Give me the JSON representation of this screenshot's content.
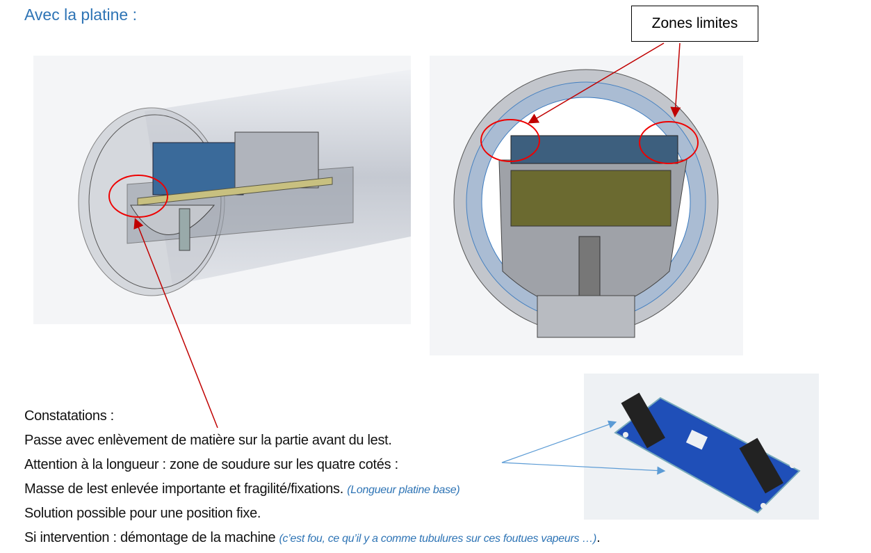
{
  "title": "Avec la platine :",
  "callout": "Zones limites",
  "lines": {
    "l0": "Constatations :",
    "l1": "Passe avec enlèvement de matière sur la partie avant du lest.",
    "l2": "Attention à la longueur : zone de soudure sur les quatre cotés :",
    "l3": "Masse de lest enlevée importante et fragilité/fixations.",
    "l3_note": "(Longueur platine base)",
    "l4": "Solution possible pour une position fixe.",
    "l5": "Si intervention : démontage de la machine",
    "l5_note": "(c’est fou, ce qu’il y a comme tubulures sur ces foutues vapeurs …)",
    "l5_end": "."
  },
  "colors": {
    "accent": "#2e74b5",
    "annotation": "#c00000",
    "pcb": "#1f4fb8"
  }
}
